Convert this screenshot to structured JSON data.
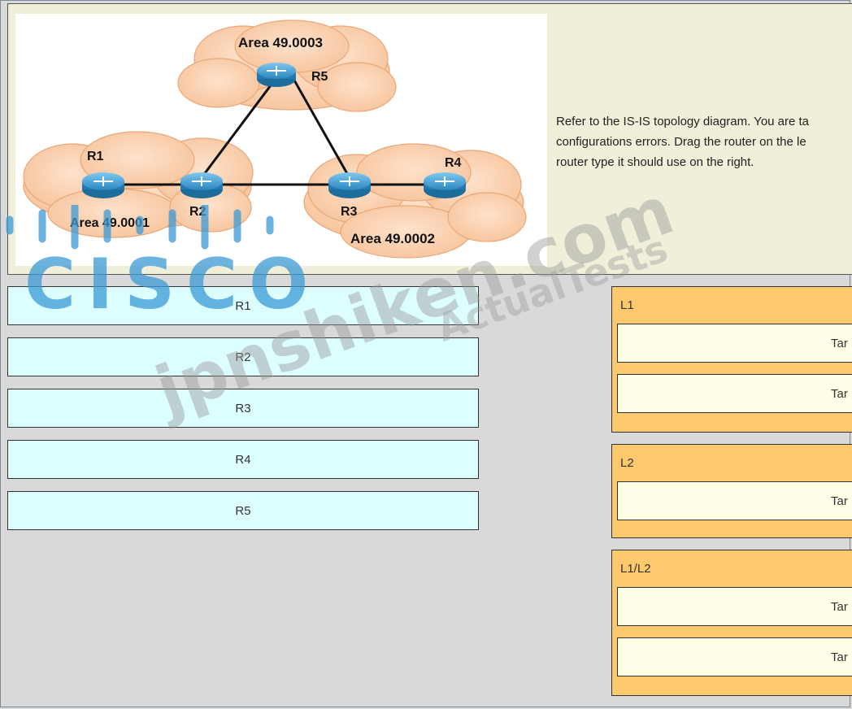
{
  "diagram": {
    "areas": {
      "top": "Area 49.0003",
      "left": "Area 49.0001",
      "right": "Area 49.0002"
    },
    "routers": {
      "r1": "R1",
      "r2": "R2",
      "r3": "R3",
      "r4": "R4",
      "r5": "R5"
    }
  },
  "instructions": {
    "line1": "Refer to the IS-IS topology diagram. You are ta",
    "line2": "configurations errors. Drag the router on the le",
    "line3": "router type it should use on the right."
  },
  "source_items": [
    "R1",
    "R2",
    "R3",
    "R4",
    "R5"
  ],
  "target_groups": [
    {
      "label": "L1",
      "slots": [
        "Tar",
        "Tar"
      ]
    },
    {
      "label": "L2",
      "slots": [
        "Tar"
      ]
    },
    {
      "label": "L1/L2",
      "slots": [
        "Tar",
        "Tar"
      ]
    }
  ],
  "watermarks": {
    "brand": "CISCO",
    "site": "jpnshiken.com",
    "vendor": "ActualTests"
  },
  "colors": {
    "background": "#d9d9d9",
    "top_panel": "#efefda",
    "source_item": "#ddfeff",
    "target_group": "#fec86c",
    "target_slot": "#fffee6",
    "cloud": "#fbd2b2",
    "router": "#2d8fc4",
    "cisco_watermark": "#3b9ad6"
  }
}
